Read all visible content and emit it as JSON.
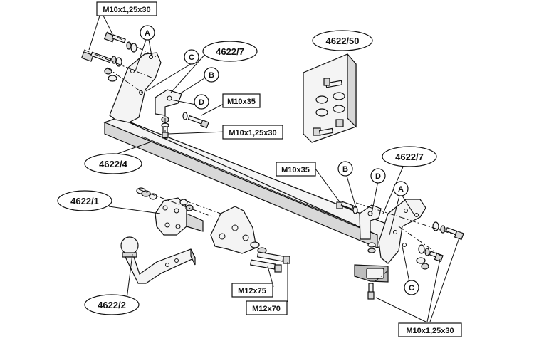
{
  "labels": {
    "bolt_top_left": "M10x1,25x30",
    "bolt_bracket_mid": "M10x1,25x30",
    "bolt_bottom_right": "M10x1,25x30",
    "bolt_m10x35_left": "M10x35",
    "bolt_m10x35_right": "M10x35",
    "bolt_m12x75": "M12x75",
    "bolt_m12x70": "M12x70"
  },
  "part_numbers": {
    "bracket_left": "4622/7",
    "bracket_right": "4622/7",
    "kit": "4622/50",
    "crossbar": "4622/4",
    "flange": "4622/1",
    "towball": "4622/2"
  },
  "letters": {
    "a_left": "A",
    "b_left": "B",
    "c_left": "C",
    "d_left": "D",
    "a_right": "A",
    "b_right": "B",
    "c_right": "C",
    "d_right": "D"
  }
}
